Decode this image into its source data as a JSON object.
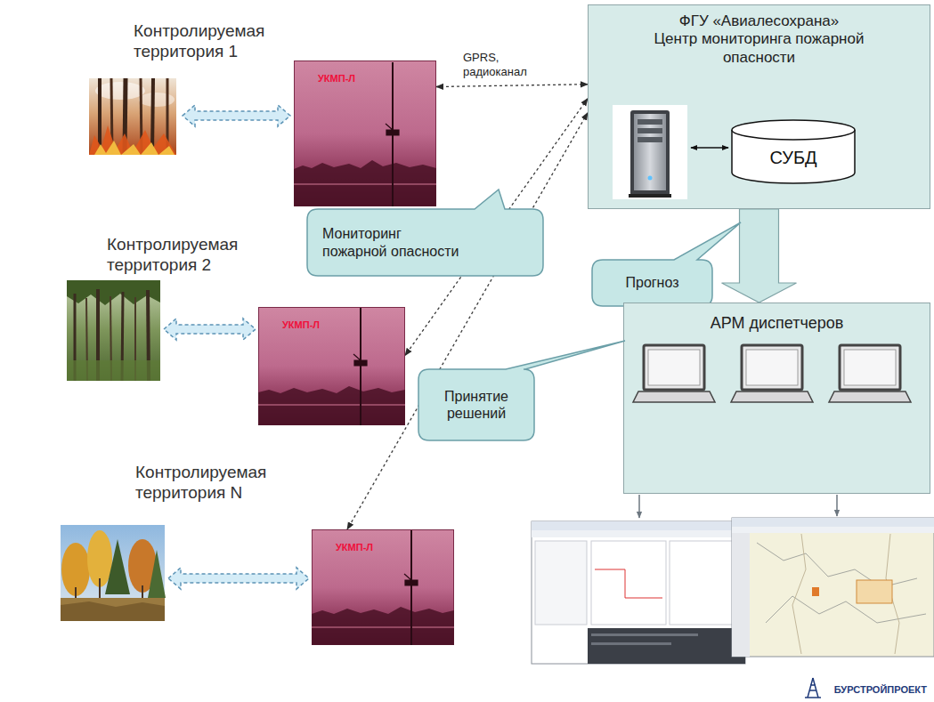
{
  "diagram": {
    "nodes": [
      {
        "text": [
          "Контролируемая территория 1"
        ]
      },
      {
        "text": [
          "УКМП-Л"
        ],
        "in": 0
      },
      {
        "text": [
          "ФГУ «Авиалесохрана»",
          "Центр мониторинга пожарной опасности"
        ]
      },
      {
        "text": [
          "СУБД"
        ],
        "in": 2
      },
      {
        "text": [
          "Мониторинг пожарной опасности"
        ]
      },
      {
        "text": [
          "Контролируемая территория 2"
        ]
      },
      {
        "text": [
          "УКМП-Л"
        ],
        "in": 5
      },
      {
        "text": [
          "Прогноз"
        ]
      },
      {
        "text": [
          "АРМ диспетчеров"
        ]
      },
      {
        "text": [
          "Принятие решений"
        ]
      },
      {
        "text": [
          "Контролируемая территория N"
        ]
      },
      {
        "text": [
          "УКМП-Л"
        ],
        "in": 10
      }
    ],
    "edges": [
      {
        "from": 2,
        "to": 1,
        "arrow": "both",
        "label": "GPRS, радиоканал"
      },
      {
        "from": 2,
        "to": 6,
        "arrow": "both"
      },
      {
        "from": 2,
        "to": 11,
        "arrow": "both"
      },
      {
        "from": 2,
        "to": 8,
        "arrow": "to"
      }
    ],
    "labels": [
      "БУРСТРОЙПРОЕКТ"
    ]
  }
}
